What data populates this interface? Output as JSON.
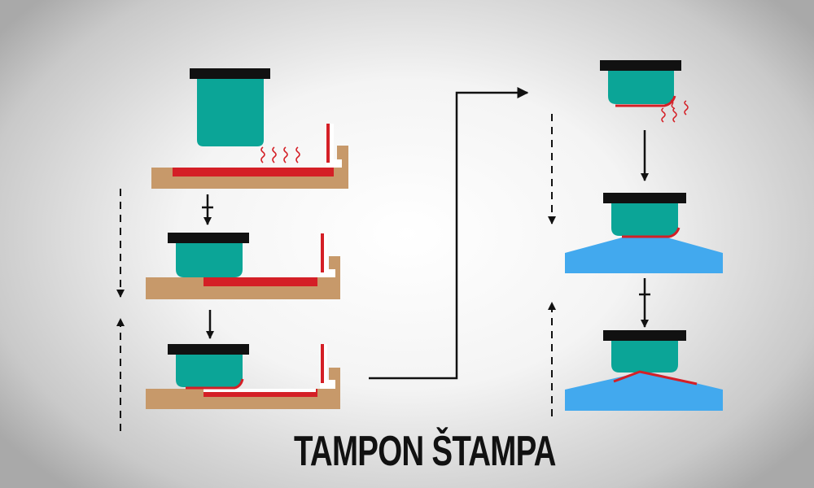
{
  "title": "TAMPON ŠTAMPA",
  "colors": {
    "background_center": "#ffffff",
    "background_edge": "#a9a9a9",
    "pad": "#0ba597",
    "pad_holder": "#111111",
    "cliche_plate": "#c7996a",
    "ink": "#d41f26",
    "substrate": "#42a9ee",
    "arrows": "#111111",
    "vapor": "#d41f26"
  },
  "stages_left": [
    "pad-above-inked-cliche",
    "pad-pressed-on-cliche",
    "pad-picks-up-ink"
  ],
  "stages_right": [
    "pad-carrying-ink",
    "pad-above-substrate",
    "pad-printing-substrate"
  ]
}
